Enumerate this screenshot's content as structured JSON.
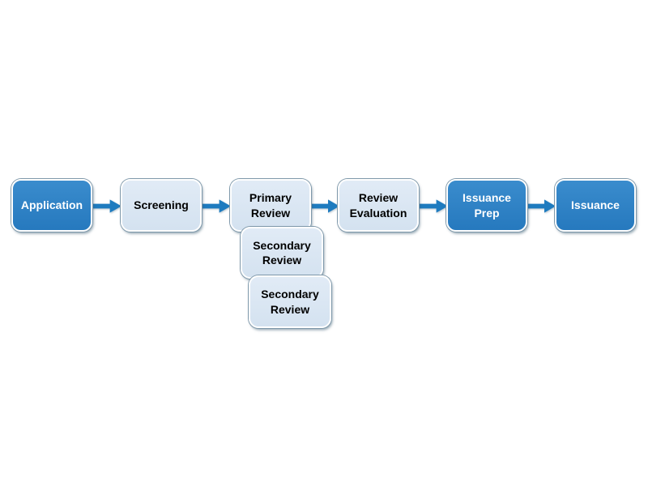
{
  "diagram": {
    "type": "process-flow",
    "nodes": [
      {
        "id": "application",
        "label": "Application",
        "style": "dark"
      },
      {
        "id": "screening",
        "label": "Screening",
        "style": "light"
      },
      {
        "id": "primary-review",
        "label": "Primary Review",
        "style": "light"
      },
      {
        "id": "secondary-review-1",
        "label": "Secondary Review",
        "style": "light"
      },
      {
        "id": "secondary-review-2",
        "label": "Secondary Review",
        "style": "light"
      },
      {
        "id": "review-evaluation",
        "label": "Review Evaluation",
        "style": "light"
      },
      {
        "id": "issuance-prep",
        "label": "Issuance Prep",
        "style": "dark"
      },
      {
        "id": "issuance",
        "label": "Issuance",
        "style": "dark"
      }
    ],
    "arrows": [
      {
        "icon": "right-arrow-icon",
        "from": "application",
        "to": "screening"
      },
      {
        "icon": "right-arrow-icon",
        "from": "screening",
        "to": "primary-review"
      },
      {
        "icon": "right-arrow-icon",
        "from": "primary-review",
        "to": "review-evaluation"
      },
      {
        "icon": "right-arrow-icon",
        "from": "review-evaluation",
        "to": "issuance-prep"
      },
      {
        "icon": "right-arrow-icon",
        "from": "issuance-prep",
        "to": "issuance"
      }
    ],
    "colors": {
      "background": "#ffffff",
      "dark_fill": "#2679be",
      "dark_fill_top": "#3a8ccd",
      "dark_text": "#ffffff",
      "light_fill": "#d4e2f0",
      "light_fill_top": "#e1ebf6",
      "light_text": "#000000",
      "arrow_fill": "#1e7bbf",
      "ring": "#7e98aa"
    }
  }
}
